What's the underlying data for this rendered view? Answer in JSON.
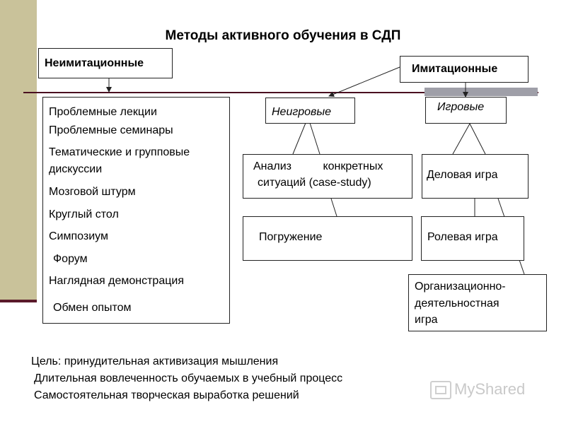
{
  "title": "Методы активного обучения в СДП",
  "categories": {
    "nonimitation": "Неимитационные",
    "imitation": "Имитационные"
  },
  "nonimitation_list": [
    "Проблемные лекции",
    "Проблемные семинары",
    "Тематические и групповые",
    "дискуссии",
    "Мозговой штурм",
    "Круглый стол",
    "Симпозиум",
    "Форум",
    "Наглядная демонстрация",
    "Обмен опытом"
  ],
  "imitation_sub": {
    "nongame": "Неигровые",
    "game": "Игровые"
  },
  "nongame_items": {
    "case_line1": "Анализ          конкретных",
    "case_line2": "ситуаций (case-study)",
    "immersion": "Погружение"
  },
  "game_items": {
    "business": "Деловая игра",
    "role": "Ролевая игра",
    "org_line1": "Организационно-",
    "org_line2": "деятельностная",
    "org_line3": "игра"
  },
  "goals": [
    "Цель: принудительная активизация мышления",
    "Длительная вовлеченность обучаемых в учебный процесс",
    "Самостоятельная творческая выработка решений"
  ],
  "watermark": "MyShared"
}
